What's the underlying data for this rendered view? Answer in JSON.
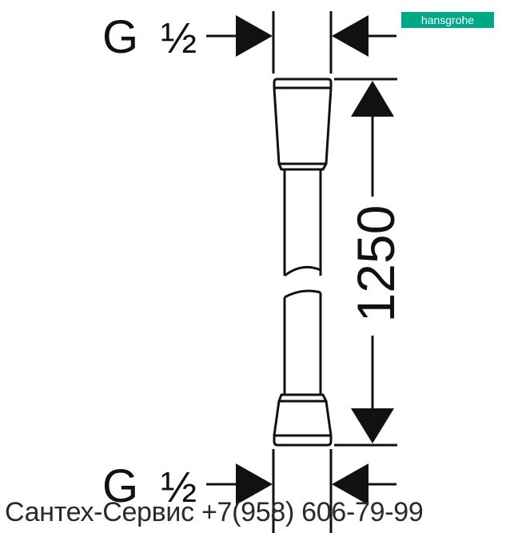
{
  "thread_top": {
    "letter": "G",
    "size": "½"
  },
  "thread_bottom": {
    "letter": "G",
    "size": "½"
  },
  "length": "1250",
  "brand": "hansgrohe",
  "watermark": "Сантех-Сервис +7(958) 606-79-99",
  "colors": {
    "line": "#111111",
    "brand_bg": "#00a886",
    "brand_text": "#ffffff"
  }
}
